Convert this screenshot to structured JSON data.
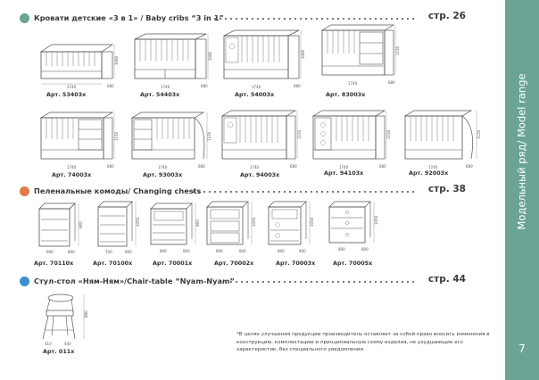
{
  "side": {
    "title": "Модельный ряд/ Model range",
    "page_number": "7",
    "color": "#6ba494"
  },
  "sections": [
    {
      "title": "Кровати детские «3 в 1» / Baby cribs “3 in 1”",
      "page_ref": "стр. 26",
      "bullet_color": "#6ba494"
    },
    {
      "title": "Пеленальные комоды/ Changing chests",
      "page_ref": "стр. 38",
      "bullet_color": "#e07a4a"
    },
    {
      "title": "Стул-стол «Ням-Ням»/Chair-table “Nyam-Nyam”",
      "page_ref": "стр. 44",
      "bullet_color": "#3d8fcf"
    }
  ],
  "cribs": [
    {
      "article": "Арт. 53403х",
      "dims": [
        "1740",
        "680",
        "1080"
      ]
    },
    {
      "article": "Арт. 54403х",
      "dims": [
        "1740",
        "680",
        "1080"
      ]
    },
    {
      "article": "Арт. 54003х",
      "dims": [
        "1740",
        "680",
        "1080"
      ]
    },
    {
      "article": "Арт. 83003х",
      "dims": [
        "1740",
        "680",
        "1150"
      ]
    },
    {
      "article": "Арт. 74003х",
      "dims": [
        "1740",
        "680",
        "1150"
      ]
    },
    {
      "article": "Арт. 93003х",
      "dims": [
        "1740",
        "680",
        "1150"
      ]
    },
    {
      "article": "Арт. 94003х",
      "dims": [
        "1740",
        "680",
        "1150"
      ]
    },
    {
      "article": "Арт. 94103х",
      "dims": [
        "1740",
        "680",
        "1150"
      ]
    },
    {
      "article": "Арт. 92003х",
      "dims": [
        "1740",
        "680",
        "1150"
      ]
    }
  ],
  "chests": [
    {
      "article": "Арт. 70110х",
      "dims": [
        "690",
        "800",
        "960"
      ]
    },
    {
      "article": "Арт. 70100х",
      "dims": [
        "700",
        "800",
        "1050"
      ]
    },
    {
      "article": "Арт. 70001х",
      "dims": [
        "800",
        "800",
        "960"
      ]
    },
    {
      "article": "Арт. 70002х",
      "dims": [
        "800",
        "800",
        "1000"
      ]
    },
    {
      "article": "Арт. 70003х",
      "dims": [
        "800",
        "800",
        "1000"
      ]
    },
    {
      "article": "Арт. 70005х",
      "dims": [
        "800",
        "800",
        "1000"
      ]
    }
  ],
  "chair": {
    "article": "Арт. 011х",
    "dims": [
      "410",
      "440",
      "880"
    ]
  },
  "note": "*В целях улучшения продукции производитель оставляет за собой право вносить изменения в конструкцию, комплектацию и принципиальную схему изделия, не ухудшающие его характеристик, без специального уведомления."
}
